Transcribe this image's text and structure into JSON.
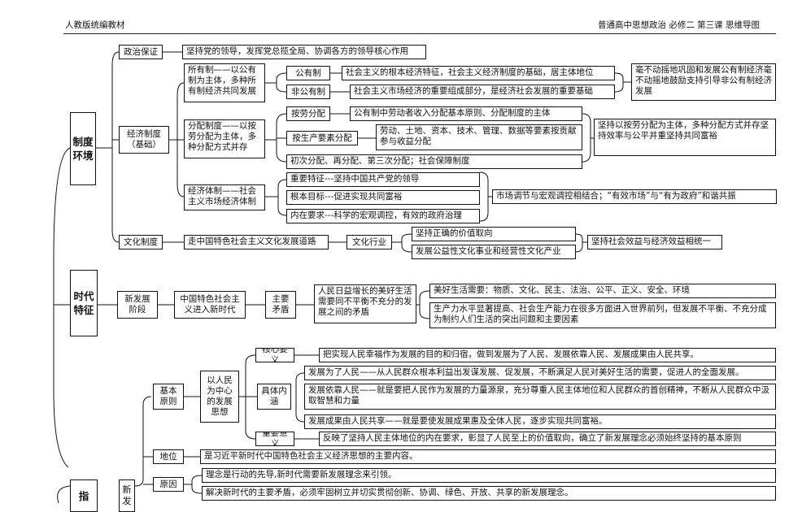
{
  "header": {
    "left": "人教版统编教材",
    "right": "普通高中思想政治  必修二    第三课  思维导图"
  },
  "cat1": "制度环境",
  "cat2": "时代特征",
  "cat3": "指",
  "zhengzhi": {
    "label": "政治保证",
    "text": "坚持党的领导，发挥党总揽全局、协调各方的领导核心作用"
  },
  "jingji": {
    "label": "经济制度（基础）",
    "suoyouzhi": {
      "label": "所有制——以公有制为主体，多种所有制经济共同发展",
      "gongyou": "公有制",
      "gongyou_text": "社会主义的根本经济特征，社会主义经济制度的基础，居主体地位",
      "feigongyou": "非公有制",
      "feigongyou_text": "社会主义市场经济的重要组成部分，是经济社会发展的重要基础",
      "note": "毫不动摇地巩固和发展公有制经济毫不动摇地鼓励支持引导非公有制经济发展"
    },
    "fenpei": {
      "label": "分配制度——以按劳分配为主体，多种分配方式并存",
      "anlao": "按劳分配",
      "anlao_text": "公有制中劳动者收入分配基本原则、分配制度的主体",
      "anyaosu": "按生产要素分配",
      "anyaosu_text": "劳动、土地、资本、技术、管理、数据等要素按贡献参与收益分配",
      "chuci": "初次分配、再分配、第三次分配；社会保障制度",
      "note": "坚持以按劳分配为主体，多种分配方式并存坚持效率与公平并重坚持共同富裕"
    },
    "tizhi": {
      "label": "经济体制——社会主义市场经济体制",
      "t1": "重要特征---坚持中国共产党的领导",
      "t2": "根本目标---促进实现共同富裕",
      "t3": "内在要求---科学的宏观调控，有效的政府治理",
      "note": "市场调节与宏观调控相结合；“有效市场”与“有为政府”和谐共振"
    }
  },
  "wenhua": {
    "label": "文化制度",
    "road": "走中国特色社会主义文化发展道路",
    "hangye": "文化行业",
    "w1": "坚持正确的价值取向",
    "w2": "发展公益性文化事业和经营性文化产业",
    "note": "坚持社会效益与经济效益相统一"
  },
  "shidai": {
    "jieduan": "新发展阶段",
    "xinshidai": "中国特色社会主义进入新时代",
    "maodun_label": "主要矛盾",
    "maodun": "人民日益增长的美好生活需要同不平衡不充分的发展之间的矛盾",
    "m1": "美好生活需要：物质、文化、民主、法治、公平、正义、安全、环境",
    "m2": "生产力水平显著提高、社会生产能力在很多方面进入世界前列，但发展不平衡、不充分成为制约人们生活的突出问题和主要因素"
  },
  "zhiyin": {
    "xin": "新发",
    "jiben": "基本原则",
    "renmin": "以人民为中心的发展思想",
    "hexin_label": "核心要义",
    "hexin": "把实现人民幸福作为发展的目的和归宿，做到发展为了人民、发展依靠人民、发展成果由人民共享。",
    "juti_label": "具体内涵",
    "j1": "发展为了人民——从人民群众根本利益出发谋发展、促发展，不断满足人民对美好生活的需要，促进人的全面发展。",
    "j2": "发展依靠人民——就是要把人民作为发展的力量源泉，充分尊重人民主体地位和人民群众的首创精神，不断从人民群众中汲取智慧和力量",
    "j3": "发展成果由人民共享——就是要使发展成果惠及全体人民，逐步实现共同富裕。",
    "zhongyao_label": "重要意义",
    "zhongyao": "反映了坚持人民主体地位的内在要求，彰显了人民至上的价值取向，确立了新发展理念必须始终坚持的基本原则",
    "diwei_label": "地位",
    "diwei": "是习近平新时代中国特色社会主义经济思想的主要内容。",
    "yuanyin_label": "原因",
    "y1": "理念是行动的先导,新时代需要新发展理念来引领。",
    "y2": "解决新时代的主要矛盾，必须牢固树立并切实贯彻创新、协调、绿色、开放、共享的新发展理念。"
  }
}
